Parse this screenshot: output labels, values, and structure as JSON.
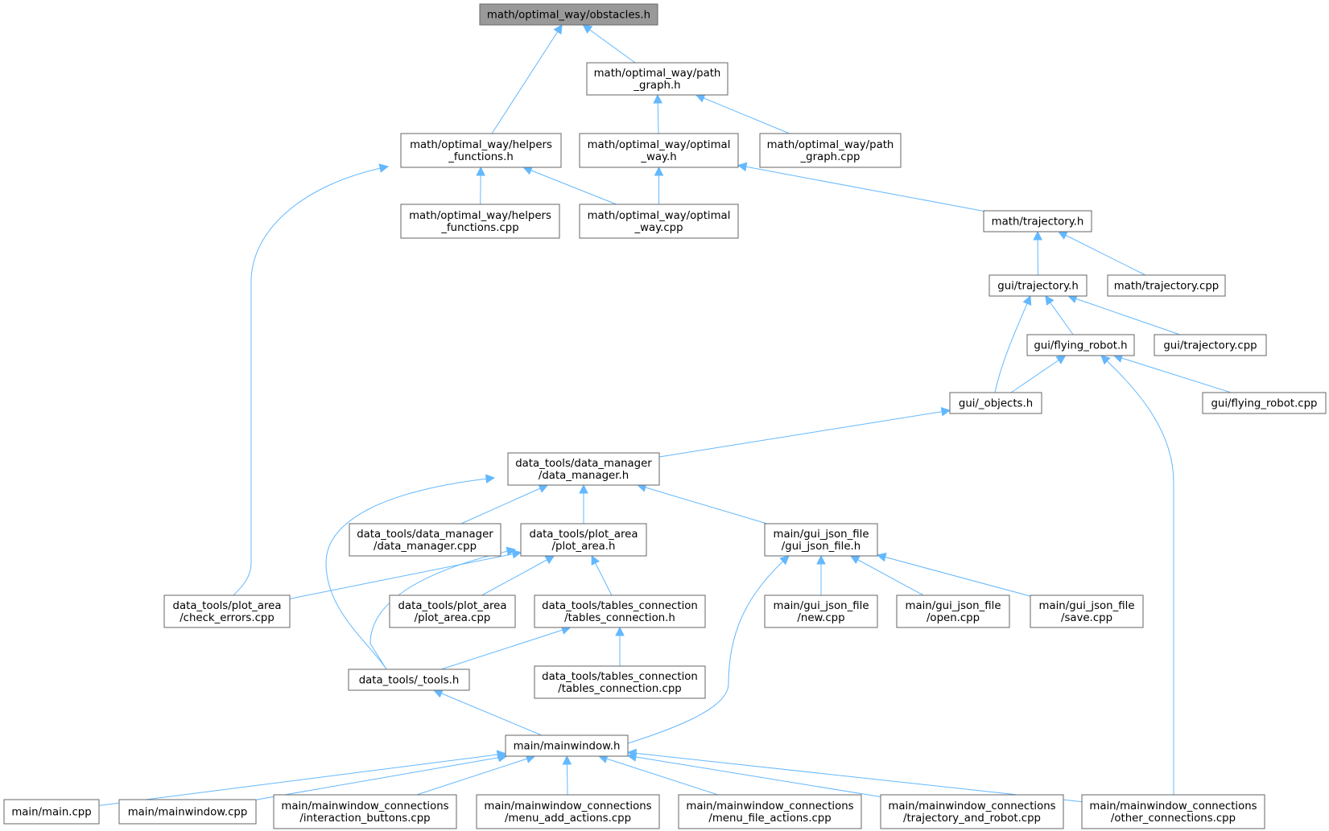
{
  "diagram": {
    "title": "",
    "colors": {
      "edge": "#63b8ff",
      "node_border": "#666666",
      "root_fill": "#999999",
      "node_fill": "#ffffff"
    },
    "nodes": [
      {
        "id": "obstacles_h",
        "lines": [
          "math/optimal_way/obstacles.h"
        ],
        "root": true
      },
      {
        "id": "path_graph_h",
        "lines": [
          "math/optimal_way/path",
          "_graph.h"
        ]
      },
      {
        "id": "helpers_h",
        "lines": [
          "math/optimal_way/helpers",
          "_functions.h"
        ]
      },
      {
        "id": "optimal_way_h",
        "lines": [
          "math/optimal_way/optimal",
          "_way.h"
        ]
      },
      {
        "id": "path_graph_cpp",
        "lines": [
          "math/optimal_way/path",
          "_graph.cpp"
        ]
      },
      {
        "id": "helpers_cpp",
        "lines": [
          "math/optimal_way/helpers",
          "_functions.cpp"
        ]
      },
      {
        "id": "optimal_way_cpp",
        "lines": [
          "math/optimal_way/optimal",
          "_way.cpp"
        ]
      },
      {
        "id": "math_trajectory_h",
        "lines": [
          "math/trajectory.h"
        ]
      },
      {
        "id": "gui_trajectory_h",
        "lines": [
          "gui/trajectory.h"
        ]
      },
      {
        "id": "math_trajectory_cpp",
        "lines": [
          "math/trajectory.cpp"
        ]
      },
      {
        "id": "flying_robot_h",
        "lines": [
          "gui/flying_robot.h"
        ]
      },
      {
        "id": "gui_trajectory_cpp",
        "lines": [
          "gui/trajectory.cpp"
        ]
      },
      {
        "id": "gui_objects_h",
        "lines": [
          "gui/_objects.h"
        ]
      },
      {
        "id": "flying_robot_cpp",
        "lines": [
          "gui/flying_robot.cpp"
        ]
      },
      {
        "id": "data_manager_h",
        "lines": [
          "data_tools/data_manager",
          "/data_manager.h"
        ]
      },
      {
        "id": "data_manager_cpp",
        "lines": [
          "data_tools/data_manager",
          "/data_manager.cpp"
        ]
      },
      {
        "id": "plot_area_h",
        "lines": [
          "data_tools/plot_area",
          "/plot_area.h"
        ]
      },
      {
        "id": "gui_json_file_h",
        "lines": [
          "main/gui_json_file",
          "/gui_json_file.h"
        ]
      },
      {
        "id": "check_errors_cpp",
        "lines": [
          "data_tools/plot_area",
          "/check_errors.cpp"
        ]
      },
      {
        "id": "plot_area_cpp",
        "lines": [
          "data_tools/plot_area",
          "/plot_area.cpp"
        ]
      },
      {
        "id": "tables_connection_h",
        "lines": [
          "data_tools/tables_connection",
          "/tables_connection.h"
        ]
      },
      {
        "id": "new_cpp",
        "lines": [
          "main/gui_json_file",
          "/new.cpp"
        ]
      },
      {
        "id": "open_cpp",
        "lines": [
          "main/gui_json_file",
          "/open.cpp"
        ]
      },
      {
        "id": "save_cpp",
        "lines": [
          "main/gui_json_file",
          "/save.cpp"
        ]
      },
      {
        "id": "tools_h",
        "lines": [
          "data_tools/_tools.h"
        ]
      },
      {
        "id": "tables_connection_cpp",
        "lines": [
          "data_tools/tables_connection",
          "/tables_connection.cpp"
        ]
      },
      {
        "id": "mainwindow_h",
        "lines": [
          "main/mainwindow.h"
        ]
      },
      {
        "id": "main_cpp",
        "lines": [
          "main/main.cpp"
        ]
      },
      {
        "id": "mainwindow_cpp",
        "lines": [
          "main/mainwindow.cpp"
        ]
      },
      {
        "id": "interaction_buttons_cpp",
        "lines": [
          "main/mainwindow_connections",
          "/interaction_buttons.cpp"
        ]
      },
      {
        "id": "menu_add_actions_cpp",
        "lines": [
          "main/mainwindow_connections",
          "/menu_add_actions.cpp"
        ]
      },
      {
        "id": "menu_file_actions_cpp",
        "lines": [
          "main/mainwindow_connections",
          "/menu_file_actions.cpp"
        ]
      },
      {
        "id": "trajectory_and_robot_cpp",
        "lines": [
          "main/mainwindow_connections",
          "/trajectory_and_robot.cpp"
        ]
      },
      {
        "id": "other_connections_cpp",
        "lines": [
          "main/mainwindow_connections",
          "/other_connections.cpp"
        ]
      }
    ],
    "edges": [
      {
        "from": "obstacles_h",
        "to": "helpers_h"
      },
      {
        "from": "obstacles_h",
        "to": "path_graph_h"
      },
      {
        "from": "path_graph_h",
        "to": "optimal_way_h"
      },
      {
        "from": "path_graph_h",
        "to": "path_graph_cpp"
      },
      {
        "from": "helpers_h",
        "to": "helpers_cpp"
      },
      {
        "from": "helpers_h",
        "to": "optimal_way_cpp"
      },
      {
        "from": "helpers_h",
        "to": "check_errors_cpp"
      },
      {
        "from": "optimal_way_h",
        "to": "optimal_way_cpp"
      },
      {
        "from": "optimal_way_h",
        "to": "math_trajectory_h"
      },
      {
        "from": "math_trajectory_h",
        "to": "gui_trajectory_h"
      },
      {
        "from": "math_trajectory_h",
        "to": "math_trajectory_cpp"
      },
      {
        "from": "gui_trajectory_h",
        "to": "flying_robot_h"
      },
      {
        "from": "gui_trajectory_h",
        "to": "gui_trajectory_cpp"
      },
      {
        "from": "gui_trajectory_h",
        "to": "gui_objects_h"
      },
      {
        "from": "flying_robot_h",
        "to": "gui_objects_h"
      },
      {
        "from": "flying_robot_h",
        "to": "flying_robot_cpp"
      },
      {
        "from": "flying_robot_h",
        "to": "other_connections_cpp"
      },
      {
        "from": "gui_objects_h",
        "to": "data_manager_h"
      },
      {
        "from": "data_manager_h",
        "to": "data_manager_cpp"
      },
      {
        "from": "data_manager_h",
        "to": "plot_area_h"
      },
      {
        "from": "data_manager_h",
        "to": "gui_json_file_h"
      },
      {
        "from": "data_manager_h",
        "to": "tools_h"
      },
      {
        "from": "plot_area_h",
        "to": "check_errors_cpp"
      },
      {
        "from": "plot_area_h",
        "to": "plot_area_cpp"
      },
      {
        "from": "plot_area_h",
        "to": "tables_connection_h"
      },
      {
        "from": "plot_area_h",
        "to": "tools_h"
      },
      {
        "from": "gui_json_file_h",
        "to": "new_cpp"
      },
      {
        "from": "gui_json_file_h",
        "to": "open_cpp"
      },
      {
        "from": "gui_json_file_h",
        "to": "save_cpp"
      },
      {
        "from": "gui_json_file_h",
        "to": "mainwindow_h"
      },
      {
        "from": "tables_connection_h",
        "to": "tables_connection_cpp"
      },
      {
        "from": "tables_connection_h",
        "to": "tools_h"
      },
      {
        "from": "tools_h",
        "to": "mainwindow_h"
      },
      {
        "from": "mainwindow_h",
        "to": "main_cpp"
      },
      {
        "from": "mainwindow_h",
        "to": "mainwindow_cpp"
      },
      {
        "from": "mainwindow_h",
        "to": "interaction_buttons_cpp"
      },
      {
        "from": "mainwindow_h",
        "to": "menu_add_actions_cpp"
      },
      {
        "from": "mainwindow_h",
        "to": "menu_file_actions_cpp"
      },
      {
        "from": "mainwindow_h",
        "to": "trajectory_and_robot_cpp"
      },
      {
        "from": "mainwindow_h",
        "to": "other_connections_cpp"
      }
    ]
  }
}
